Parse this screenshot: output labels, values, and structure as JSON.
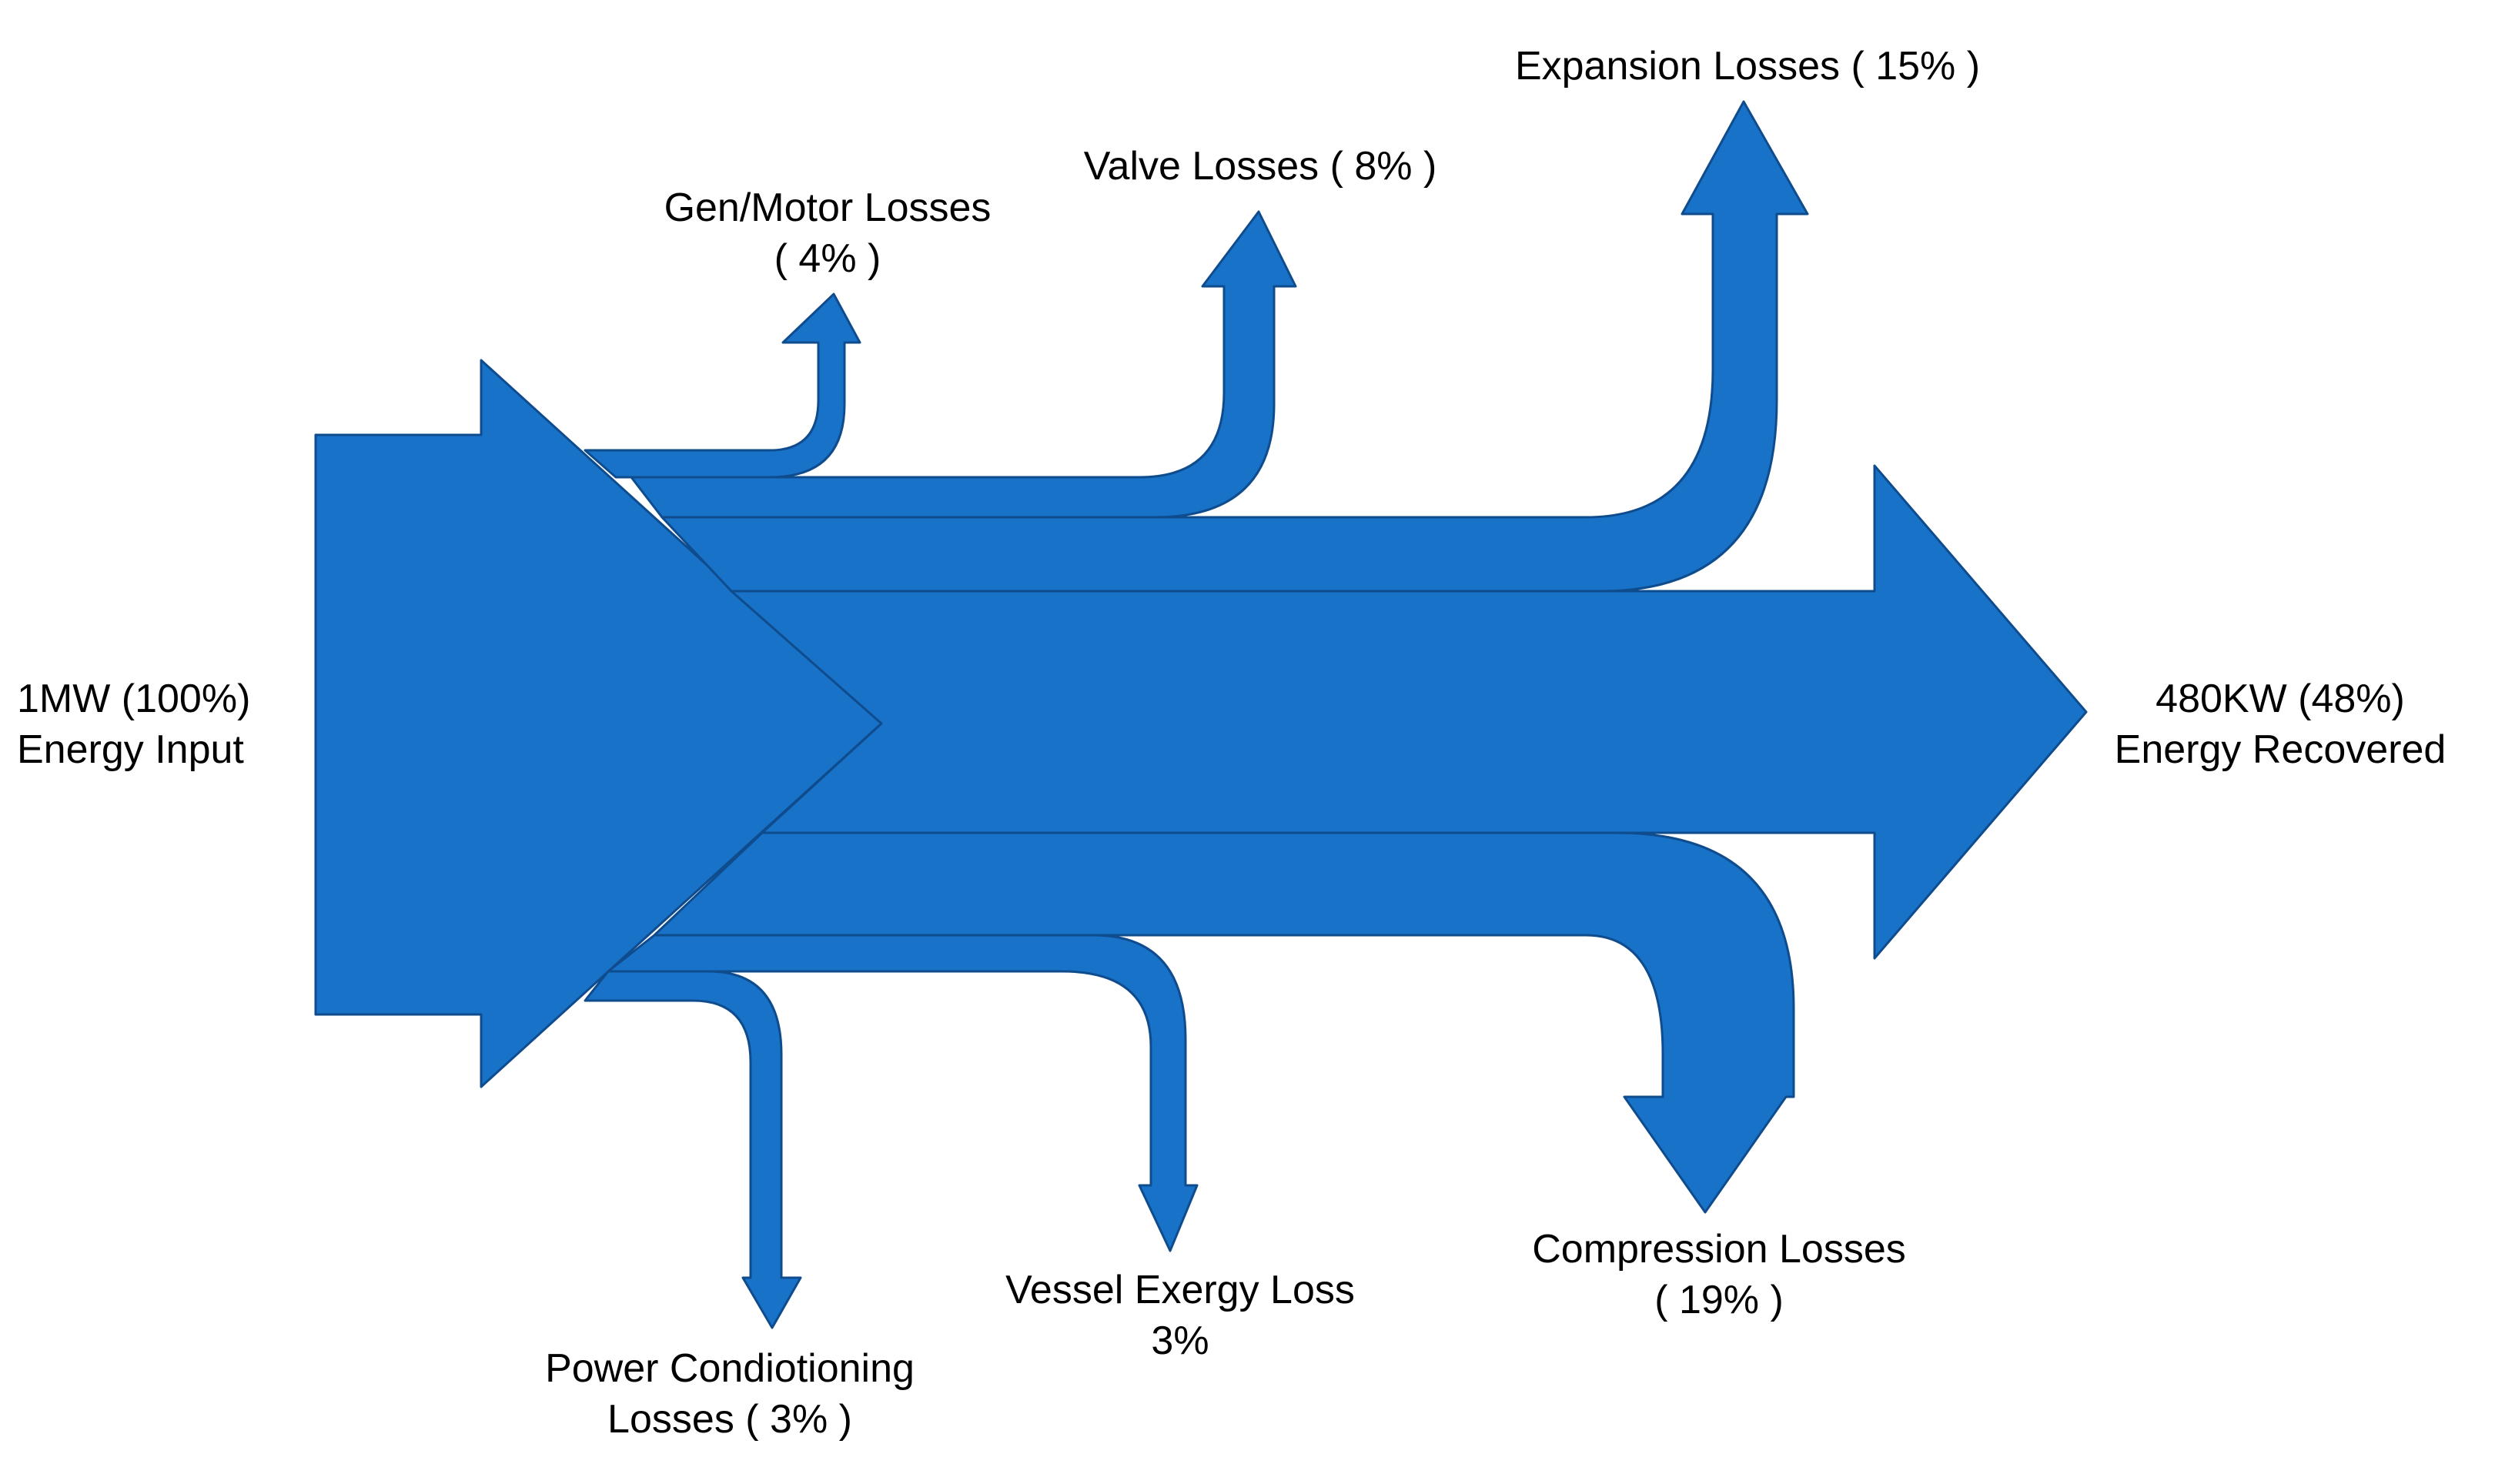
{
  "colors": {
    "flow": "#1872C8",
    "outline": "#0F4C8E",
    "background": "#FFFFFF",
    "text": "#000000"
  },
  "input": {
    "line1": "1MW (100%)",
    "line2": "Energy Input"
  },
  "output": {
    "line1": "480KW (48%)",
    "line2": "Energy Recovered"
  },
  "losses": {
    "gen_motor": {
      "line1": "Gen/Motor Losses",
      "line2": "( 4% )"
    },
    "valve": {
      "line1": "Valve Losses ( 8% )"
    },
    "expansion": {
      "line1": "Expansion Losses ( 15% )"
    },
    "power_conditioning": {
      "line1": "Power Condiotioning",
      "line2": "Losses ( 3% )"
    },
    "vessel_exergy": {
      "line1": "Vessel Exergy Loss",
      "line2": "3%"
    },
    "compression": {
      "line1": "Compression Losses",
      "line2": "( 19% )"
    }
  }
}
